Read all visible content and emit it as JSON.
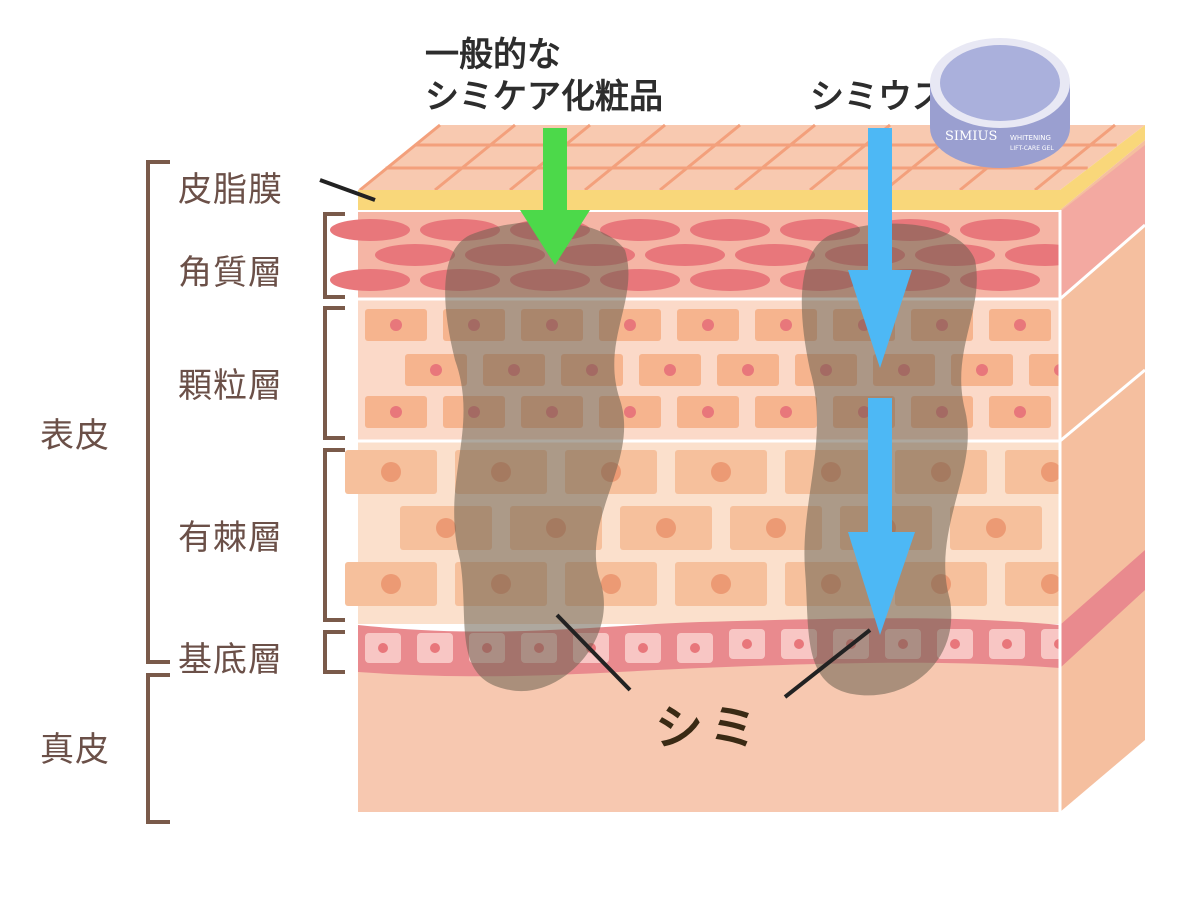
{
  "title_generic": [
    "一般的な",
    "シミケア化粧品"
  ],
  "title_product": "シミウス",
  "layers": {
    "sebum": "皮脂膜",
    "corneum": "角質層",
    "granular": "顆粒層",
    "spinous": "有棘層",
    "basal": "基底層"
  },
  "groups": {
    "epidermis": "表皮",
    "dermis": "真皮"
  },
  "spot_label": "シミ",
  "product_logo": {
    "brand": "SIMIUS",
    "line1": "WHITENING",
    "line2": "LIFT-CARE GEL"
  },
  "colors": {
    "generic_arrow": "#4cd94a",
    "product_arrow": "#4db8f5",
    "bracket": "#7a5a4a",
    "sebum": "#f9d77a"
  }
}
